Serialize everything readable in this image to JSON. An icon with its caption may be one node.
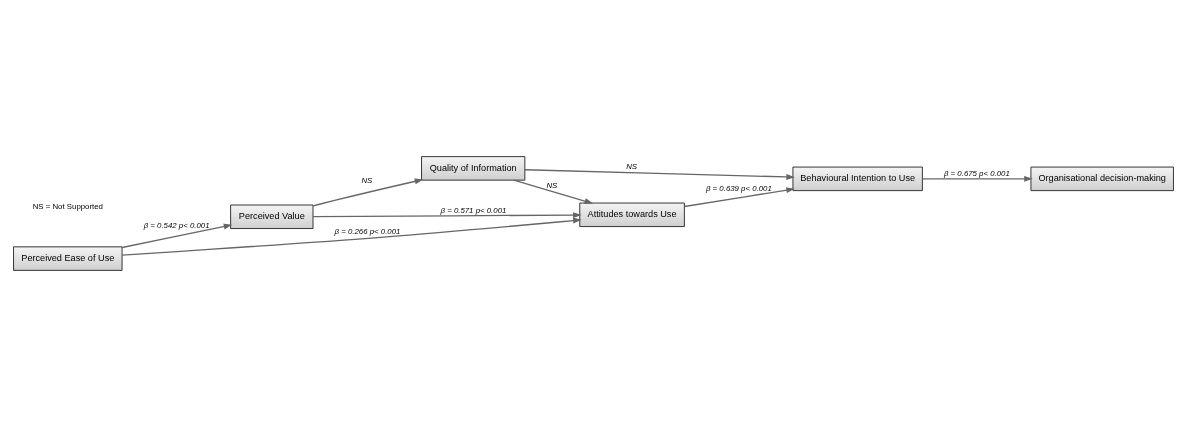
{
  "diagram": {
    "nodes": [
      {
        "text": [
          "Perceived Value"
        ]
      },
      {
        "text": [
          "Quality of Information"
        ]
      },
      {
        "text": [
          "Attitudes towards Use"
        ]
      },
      {
        "text": [
          "Behavioural Intention to Use"
        ]
      },
      {
        "text": [
          "Organisational decision-making"
        ]
      },
      {
        "text": [
          "Perceived Ease of Use"
        ]
      }
    ],
    "edges": [
      {
        "from": 0,
        "to": 1,
        "arrow": "to",
        "label": "NS"
      },
      {
        "from": 0,
        "to": 2,
        "arrow": "to",
        "label": "β = 0.571 p< 0.001"
      },
      {
        "from": 1,
        "to": 2,
        "arrow": "to",
        "label": "NS"
      },
      {
        "from": 1,
        "to": 3,
        "arrow": "to",
        "label": "NS"
      },
      {
        "from": 5,
        "to": 0,
        "arrow": "to",
        "label": "β = 0.542 p< 0.001"
      },
      {
        "from": 5,
        "to": 2,
        "arrow": "to",
        "label": "β = 0.266 p< 0.001"
      },
      {
        "from": 2,
        "to": 3,
        "arrow": "to",
        "label": "β = 0.639 p< 0.001"
      },
      {
        "from": 3,
        "to": 4,
        "arrow": "to",
        "label": "β = 0.675 p< 0.001"
      }
    ],
    "labels": [
      "NS = Not Supported"
    ]
  }
}
